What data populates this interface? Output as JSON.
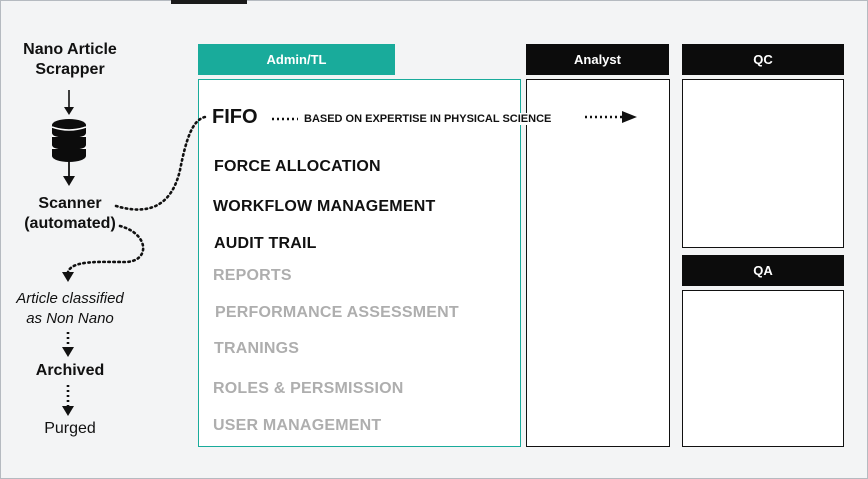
{
  "flow": {
    "source_label": "Nano Article Scrapper",
    "source_line1": "Nano Article",
    "source_line2": "Scrapper",
    "database_icon": "database-icon",
    "scanner_line1": "Scanner",
    "scanner_line2": "(automated)",
    "classified_line1": "Article classified",
    "classified_line2": "as Non Nano",
    "archived": "Archived",
    "purged": "Purged"
  },
  "lanes": {
    "admin": {
      "title": "Admin/TL",
      "color": "#19ab9b"
    },
    "analyst": {
      "title": "Analyst"
    },
    "qc": {
      "title": "QC"
    },
    "qa": {
      "title": "QA"
    }
  },
  "admin_items": {
    "fifo": "FIFO",
    "expertise_note": "BASED ON EXPERTISE IN PHYSICAL SCIENCE",
    "active": [
      "FORCE ALLOCATION",
      "WORKFLOW MANAGEMENT",
      "AUDIT TRAIL"
    ],
    "inactive": [
      "REPORTS",
      "PERFORMANCE ASSESSMENT",
      "TRANINGS",
      "ROLES & PERSMISSION",
      "USER MANAGEMENT"
    ]
  }
}
